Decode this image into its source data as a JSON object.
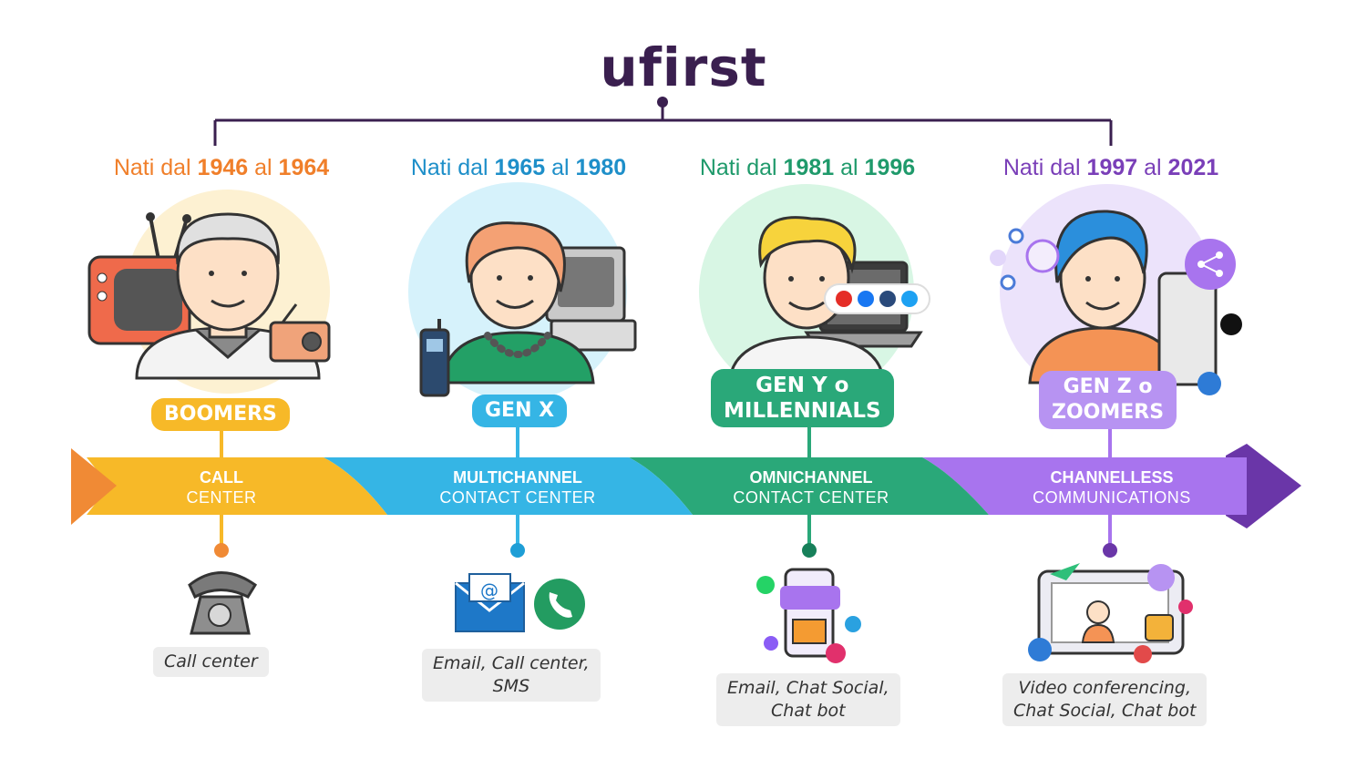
{
  "logo": {
    "text": "ufirst"
  },
  "colors": {
    "boomers": "#f07f2a",
    "genx": "#1e8fc9",
    "geny": "#1f9a6b",
    "genz": "#7a3fb8",
    "band_yellow": "#f7b928",
    "band_blue": "#35b5e5",
    "band_green": "#2aa879",
    "band_purple": "#a874ee",
    "logo": "#3a1f4f"
  },
  "generations": [
    {
      "birth_prefix": "Nati dal",
      "year_from": "1946",
      "connector": "al",
      "year_to": "1964",
      "name_line1": "BOOMERS",
      "name_line2": "",
      "band_line1": "CALL",
      "band_line2": "CENTER",
      "caption_line1": "Call center",
      "caption_line2": ""
    },
    {
      "birth_prefix": "Nati dal",
      "year_from": "1965",
      "connector": "al",
      "year_to": "1980",
      "name_line1": "GEN X",
      "name_line2": "",
      "band_line1": "MULTICHANNEL",
      "band_line2": "CONTACT CENTER",
      "caption_line1": "Email, Call center,",
      "caption_line2": "SMS"
    },
    {
      "birth_prefix": "Nati dal",
      "year_from": "1981",
      "connector": "al",
      "year_to": "1996",
      "name_line1": "GEN Y o",
      "name_line2": "MILLENNIALS",
      "band_line1": "OMNICHANNEL",
      "band_line2": "CONTACT CENTER",
      "caption_line1": "Email, Chat Social,",
      "caption_line2": "Chat bot"
    },
    {
      "birth_prefix": "Nati dal",
      "year_from": "1997",
      "connector": "al",
      "year_to": "2021",
      "name_line1": "GEN Z o",
      "name_line2": "ZOOMERS",
      "band_line1": "CHANNELLESS",
      "band_line2": "COMMUNICATIONS",
      "caption_line1": "Video conferencing,",
      "caption_line2": "Chat Social, Chat bot"
    }
  ]
}
